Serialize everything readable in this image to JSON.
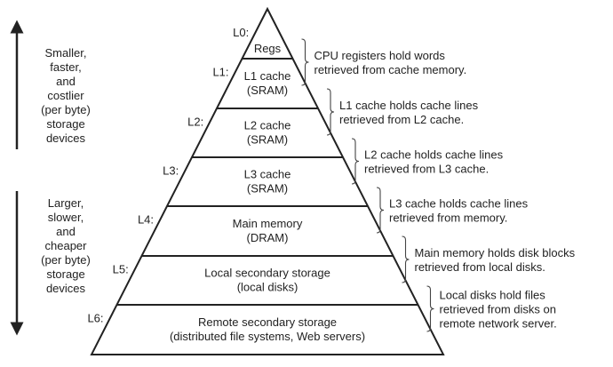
{
  "title": "Memory hierarchy",
  "side_labels": {
    "top": [
      "Smaller,",
      "faster,",
      "and",
      "costlier",
      "(per byte)",
      "storage",
      "devices"
    ],
    "bottom": [
      "Larger,",
      "slower,",
      "and",
      "cheaper",
      "(per byte)",
      "storage",
      "devices"
    ]
  },
  "levels": [
    {
      "id": "L0:",
      "lines": [
        "Regs"
      ],
      "note": [
        "CPU registers hold words",
        "retrieved from cache memory."
      ]
    },
    {
      "id": "L1:",
      "lines": [
        "L1 cache",
        "(SRAM)"
      ],
      "note": [
        "L1 cache holds cache lines",
        "retrieved from L2 cache."
      ]
    },
    {
      "id": "L2:",
      "lines": [
        "L2 cache",
        "(SRAM)"
      ],
      "note": [
        "L2 cache holds cache lines",
        "retrieved from L3 cache."
      ]
    },
    {
      "id": "L3:",
      "lines": [
        "L3 cache",
        "(SRAM)"
      ],
      "note": [
        "L3 cache holds cache lines",
        "retrieved from memory."
      ]
    },
    {
      "id": "L4:",
      "lines": [
        "Main memory",
        "(DRAM)"
      ],
      "note": [
        "Main memory holds disk blocks",
        "retrieved from local disks."
      ]
    },
    {
      "id": "L5:",
      "lines": [
        "Local secondary storage",
        "(local disks)"
      ],
      "note": [
        "Local disks hold files",
        "retrieved from disks on",
        "remote network server."
      ]
    },
    {
      "id": "L6:",
      "lines": [
        "Remote secondary storage",
        "(distributed file systems, Web servers)"
      ],
      "note": []
    }
  ],
  "colors": {
    "ink": "#222222",
    "background": "#ffffff"
  }
}
